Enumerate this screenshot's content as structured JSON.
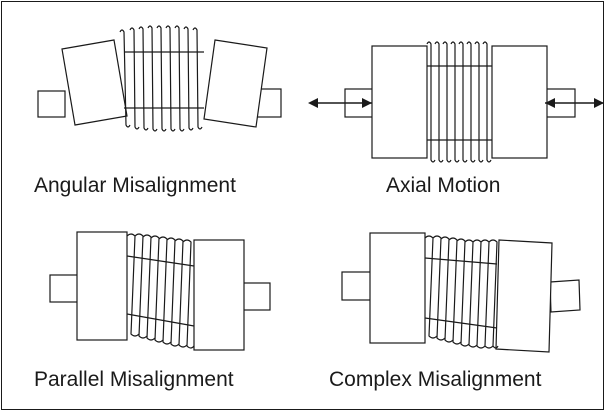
{
  "panels": [
    {
      "label": "Angular Misalignment"
    },
    {
      "label": "Axial Motion"
    },
    {
      "label": "Parallel Misalignment"
    },
    {
      "label": "Complex Misalignment"
    }
  ],
  "colors": {
    "line": "#1a1a1a",
    "background": "#ffffff"
  }
}
